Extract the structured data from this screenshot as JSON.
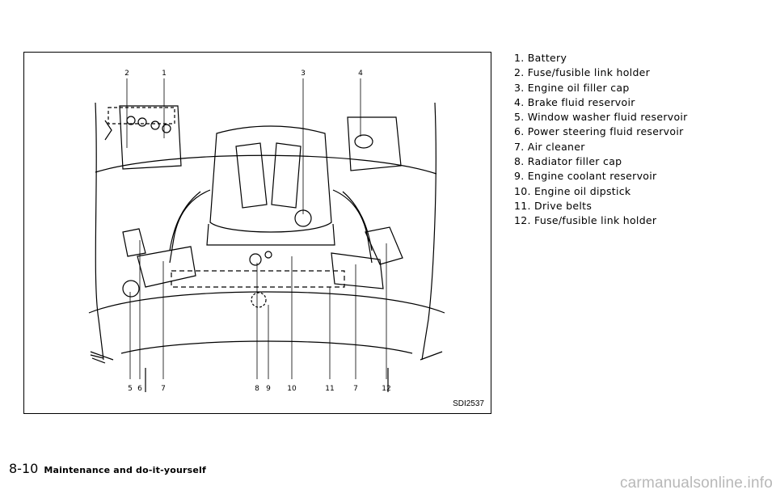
{
  "figure": {
    "code": "SDI2537",
    "callouts_top": [
      "2",
      "1",
      "3",
      "4"
    ],
    "callouts_bottom": [
      "5",
      "6",
      "7",
      "8",
      "9",
      "10",
      "11",
      "7",
      "12"
    ]
  },
  "legend": [
    "1. Battery",
    "2. Fuse/fusible link holder",
    "3. Engine oil filler cap",
    "4. Brake fluid reservoir",
    "5. Window washer fluid reservoir",
    "6. Power steering fluid reservoir",
    "7. Air cleaner",
    "8. Radiator filler cap",
    "9. Engine coolant reservoir",
    "10. Engine oil dipstick",
    "11. Drive belts",
    "12. Fuse/fusible link holder"
  ],
  "footer": {
    "page_number": "8-10",
    "section_title": "Maintenance and do-it-yourself"
  },
  "watermark": "carmanualsonline.info"
}
